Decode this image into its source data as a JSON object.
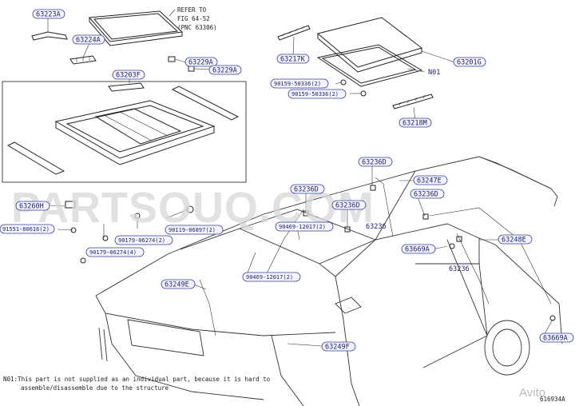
{
  "refer_note": {
    "line1": "REFER TO",
    "line2": "FIG 64-52",
    "line3": "(PNC 63306)"
  },
  "labels": {
    "p63223A": "63223A",
    "p63224A": "63224A",
    "p63229A_1": "63229A",
    "p63229A_2": "63229A",
    "p63203F": "63203F",
    "p63217K": "63217K",
    "p63201G": "63201G",
    "p90159_1": "90159-50336(2)",
    "p90159_2": "90159-50336(2)",
    "n01": "N01",
    "p63218M": "63218M",
    "p63260H": "63260H",
    "p91551": "91551-80616(2)",
    "p90179_1": "90179-06274(2)",
    "p90179_2": "90179-06274(4)",
    "p90119": "90119-06897(2)",
    "p63236D_1": "63236D",
    "p63247E": "63247E",
    "p63236D_2": "63236D",
    "p63236D_3": "63236D",
    "p63236D_4": "63236D",
    "p63236_1": "63236",
    "p90469_1": "90469-12017(2)",
    "p63248E": "63248E",
    "p63669A_1": "63669A",
    "p63236_2": "63236",
    "p90469_2": "90469-12017(2)",
    "p63249E": "63249E",
    "p63249F": "63249F",
    "p63669A_2": "63669A"
  },
  "footnote": {
    "line1": "N01:This part is not supplied as an individual part, because it is hard to",
    "line2": "assemble/disassemble due to the structure"
  },
  "figure_code": "616934A",
  "watermark": "PARTSOUQ.COM",
  "avito": "Avito"
}
